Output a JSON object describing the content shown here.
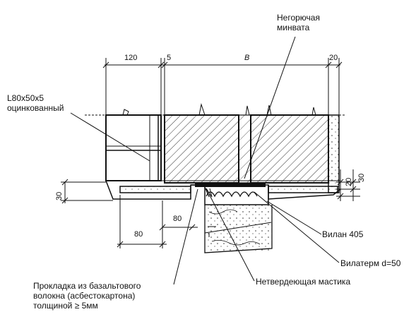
{
  "labels": {
    "noncombustible_wool_line1": "Негорючая",
    "noncombustible_wool_line2": "минвата",
    "angle_line1": "L80x50x5",
    "angle_line2": "оцинкованный",
    "vilan": "Вилан 405",
    "vilaterm": "Вилатерм d=50",
    "mastic": "Нетвердеющая мастика",
    "gasket_line1": "Прокладка из базальтового",
    "gasket_line2": "волокна (асбестокартона)",
    "gasket_line3": "толщиной ≥ 5мм"
  },
  "dimensions": {
    "d120": "120",
    "d5": "5",
    "dB": "B",
    "d20_top": "20",
    "d80_inner": "80",
    "d80_bottom": "80",
    "d30_left": "30",
    "d20_right": "20",
    "d30_right": "30"
  },
  "colors": {
    "ink": "#111111",
    "hatch": "#333333"
  }
}
